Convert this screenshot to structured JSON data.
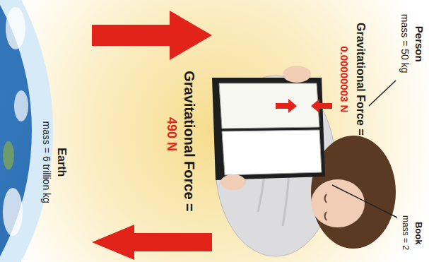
{
  "diagram": {
    "labels": [
      "Person",
      "mass = 50 kg",
      "Gravitational Force =",
      "0.00000003 N",
      "Book",
      "mass = 2",
      "Gravitational Force =",
      "490 N",
      "Earth",
      "mass = 6 trillion kg"
    ]
  }
}
